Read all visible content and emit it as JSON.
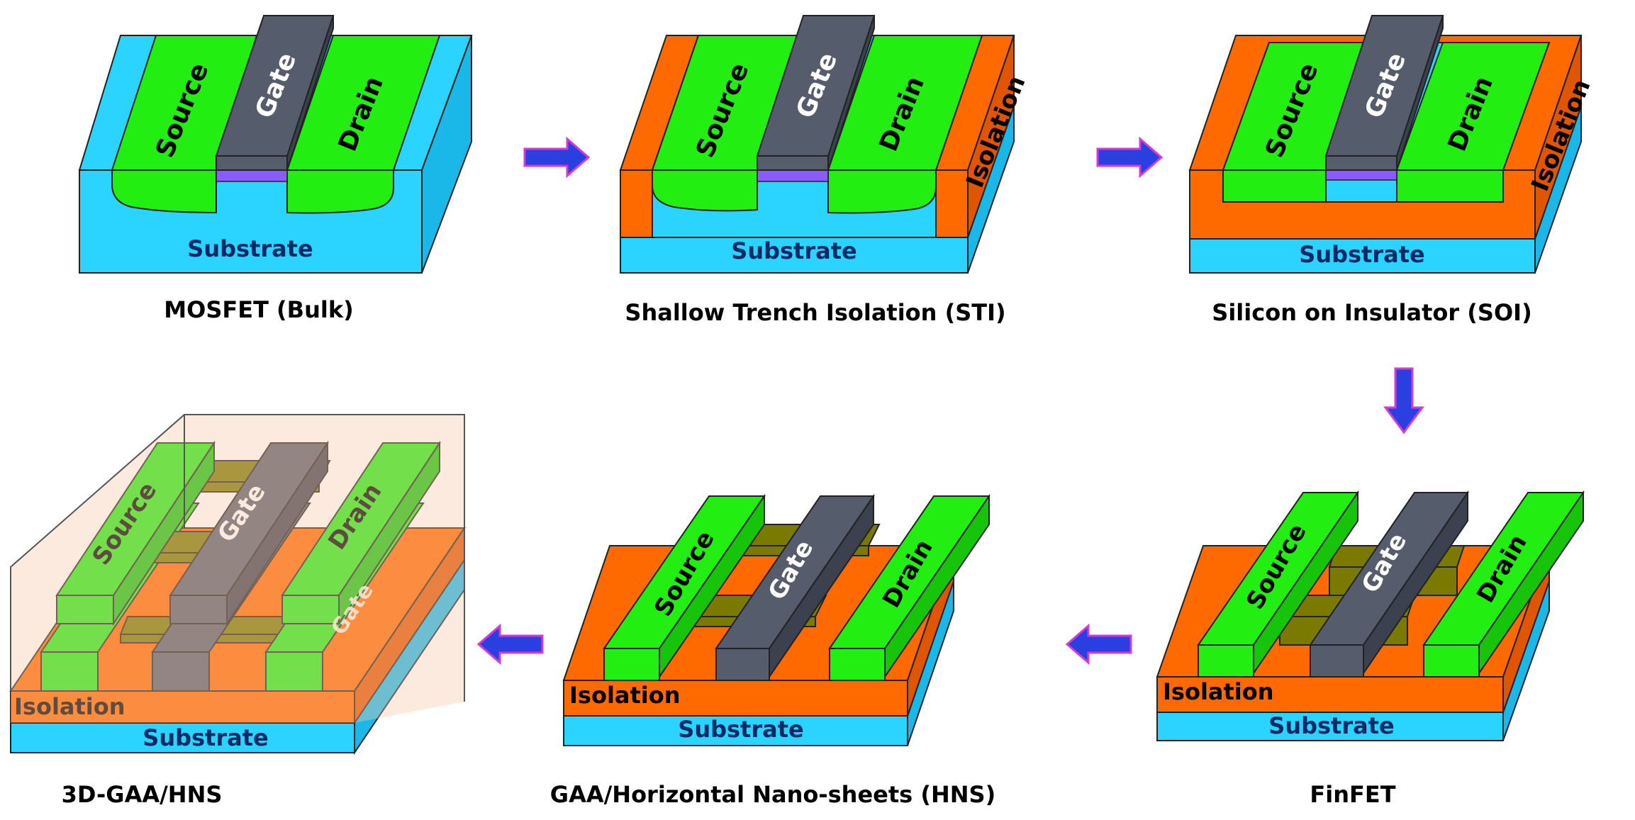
{
  "colors": {
    "substrate": "#2bd4ff",
    "substrate_side": "#19b8e8",
    "isolation": "#ff6a00",
    "isolation_side": "#e05500",
    "source_drain": "#22ee11",
    "source_drain_side": "#16c40a",
    "gate": "#555c6b",
    "gate_side": "#3c4150",
    "gate_oxide": "#8a5cff",
    "channel": "#7a7a00",
    "channel_side": "#5c5c00",
    "arrow": "#2a3fe0",
    "arrow_edge": "#d43bd4",
    "enclosure": "#f7c9a8"
  },
  "labels": {
    "source": "Source",
    "gate": "Gate",
    "drain": "Drain",
    "isolation": "Isolation",
    "substrate": "Substrate"
  },
  "panels": [
    {
      "id": "bulk",
      "caption": "MOSFET (Bulk)"
    },
    {
      "id": "sti",
      "caption": "Shallow Trench Isolation (STI)"
    },
    {
      "id": "soi",
      "caption": "Silicon on Insulator (SOI)"
    },
    {
      "id": "finfet",
      "caption": "FinFET"
    },
    {
      "id": "gaa",
      "caption": "GAA/Horizontal Nano-sheets (HNS)"
    },
    {
      "id": "gaa3d",
      "caption": "3D-GAA/HNS"
    }
  ],
  "flow": [
    "bulk",
    "sti",
    "soi",
    "finfet",
    "gaa",
    "gaa3d"
  ]
}
